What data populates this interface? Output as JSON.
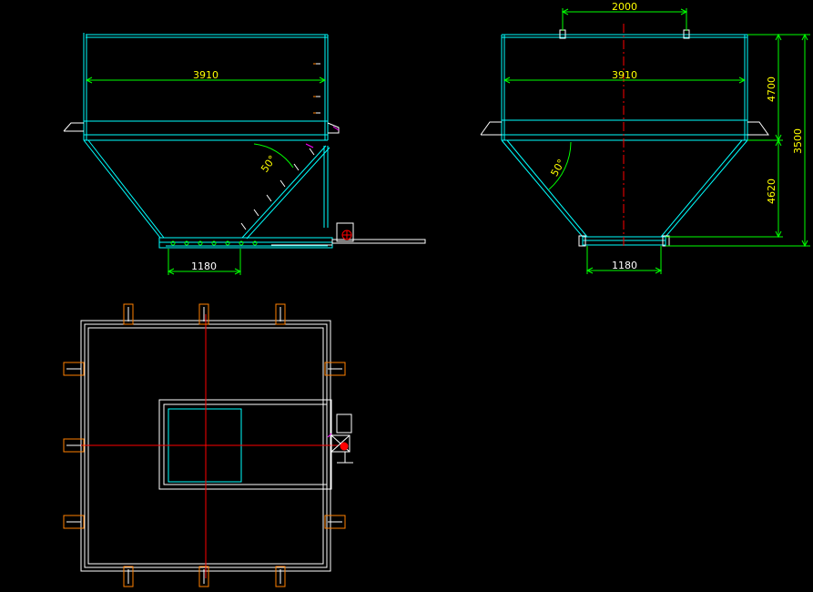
{
  "colors": {
    "background": "#000000",
    "outline": "#00ffff",
    "dimension": "#00ff00",
    "dimension_text": "#ffff00",
    "centerline": "#ff0000",
    "steel_white": "#ffffff",
    "support": "#ff8000",
    "accent": "#ff00ff"
  },
  "views": {
    "front_left": {
      "width_label": "3910",
      "bottom_label": "1180",
      "angle_label": "50°"
    },
    "front_right": {
      "top_label": "2000",
      "width_label": "3910",
      "bottom_label": "1180",
      "angle_label": "50°",
      "upper_height_label": "4700",
      "lower_height_label": "4620",
      "total_height_label": "3500"
    },
    "plan": {}
  }
}
